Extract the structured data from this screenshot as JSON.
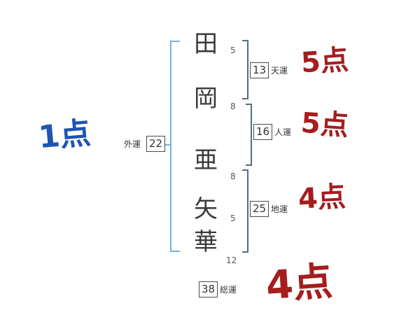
{
  "name_chars": [
    {
      "char": "田",
      "strokes": "5"
    },
    {
      "char": "岡",
      "strokes": "8"
    },
    {
      "char": "亜",
      "strokes": "8"
    },
    {
      "char": "矢",
      "strokes": "5"
    },
    {
      "char": "華",
      "strokes": "12"
    }
  ],
  "gaiun": {
    "label": "外運",
    "value": "22",
    "score": "1点"
  },
  "tenun": {
    "label": "天運",
    "value": "13",
    "score": "5点"
  },
  "jinun": {
    "label": "人運",
    "value": "16",
    "score": "5点"
  },
  "chiun": {
    "label": "地運",
    "value": "25",
    "score": "4点"
  },
  "soun": {
    "label": "総運",
    "value": "38",
    "score": "4点"
  },
  "colors": {
    "score_red": "#a51d1d",
    "score_blue": "#1d55b0",
    "bracket_blue": "#74b2dd",
    "bracket_dark": "#51707e"
  }
}
